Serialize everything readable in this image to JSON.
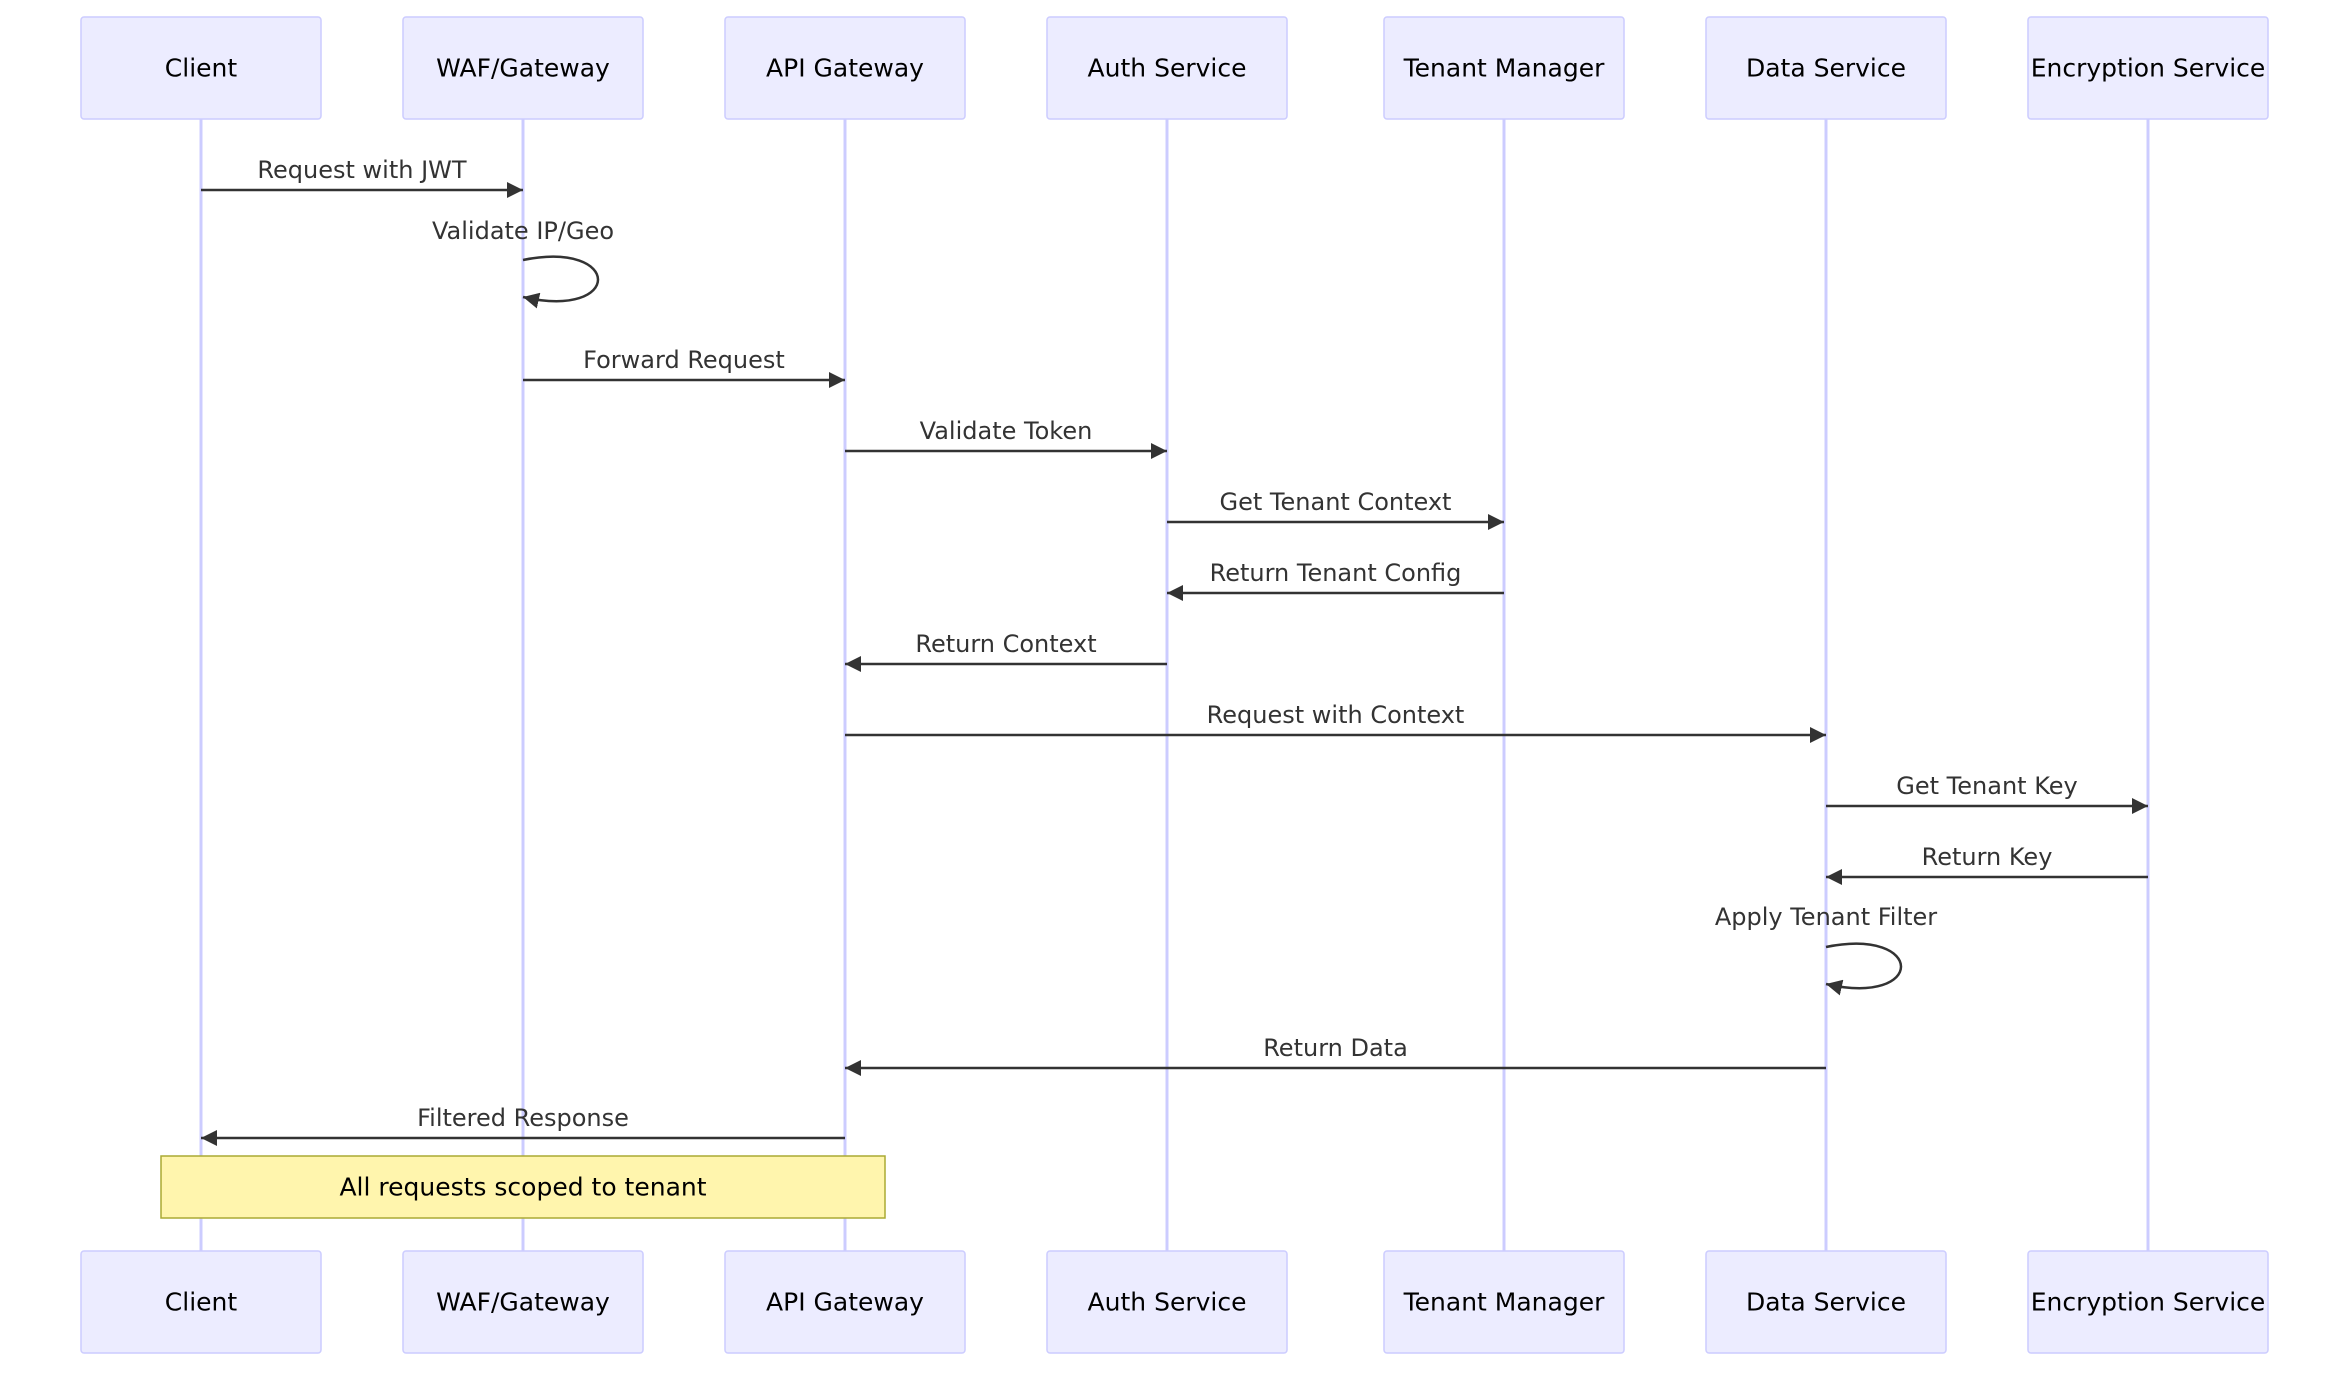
{
  "diagram": {
    "type": "sequence",
    "participants": [
      "Client",
      "WAF/Gateway",
      "API Gateway",
      "Auth Service",
      "Tenant Manager",
      "Data Service",
      "Encryption Service"
    ],
    "messages": [
      {
        "from": 0,
        "to": 1,
        "label": "Request with JWT"
      },
      {
        "from": 1,
        "to": 1,
        "label": "Validate IP/Geo"
      },
      {
        "from": 1,
        "to": 2,
        "label": "Forward Request"
      },
      {
        "from": 2,
        "to": 3,
        "label": "Validate Token"
      },
      {
        "from": 3,
        "to": 4,
        "label": "Get Tenant Context"
      },
      {
        "from": 4,
        "to": 3,
        "label": "Return Tenant Config"
      },
      {
        "from": 3,
        "to": 2,
        "label": "Return Context"
      },
      {
        "from": 2,
        "to": 5,
        "label": "Request with Context"
      },
      {
        "from": 5,
        "to": 6,
        "label": "Get Tenant Key"
      },
      {
        "from": 6,
        "to": 5,
        "label": "Return Key"
      },
      {
        "from": 5,
        "to": 5,
        "label": "Apply Tenant Filter"
      },
      {
        "from": 5,
        "to": 2,
        "label": "Return Data"
      },
      {
        "from": 2,
        "to": 0,
        "label": "Filtered Response"
      }
    ],
    "note": {
      "over": [
        0,
        2
      ],
      "text": "All requests scoped to tenant"
    }
  },
  "colors": {
    "actor_fill": "#ECECFF",
    "actor_border": "#CCCCFF",
    "lifeline": "#CCCCFF",
    "arrow": "#333333",
    "note_fill": "#FFF5AD",
    "note_border": "#AAAA33"
  }
}
